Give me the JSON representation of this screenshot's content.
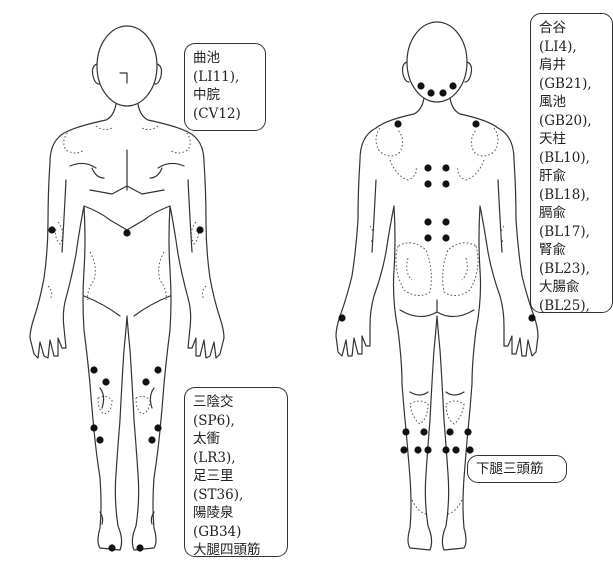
{
  "front_top_labels": [
    "曲池",
    "(LI11),",
    "中脘",
    "(CV12)"
  ],
  "front_bottom_labels": [
    "三陰交",
    "(SP6),",
    "太衝",
    "(LR3),",
    "足三里",
    "(ST36),",
    "陽陵泉",
    "(GB34)",
    "大腿四頭筋"
  ],
  "back_top_labels": [
    "合谷",
    "(LI4),",
    "肩井",
    "(GB21),",
    "風池",
    "(GB20),",
    "天柱",
    "(BL10),",
    "肝兪",
    "(BL18),",
    "膈兪",
    "(BL17),",
    "腎兪",
    "(BL23),",
    "大腸兪",
    "(BL25),"
  ],
  "back_bottom_label": "下腿三頭筋",
  "colors": {
    "outline": "#333333",
    "dot": "#111111",
    "dotted": "#555555"
  }
}
